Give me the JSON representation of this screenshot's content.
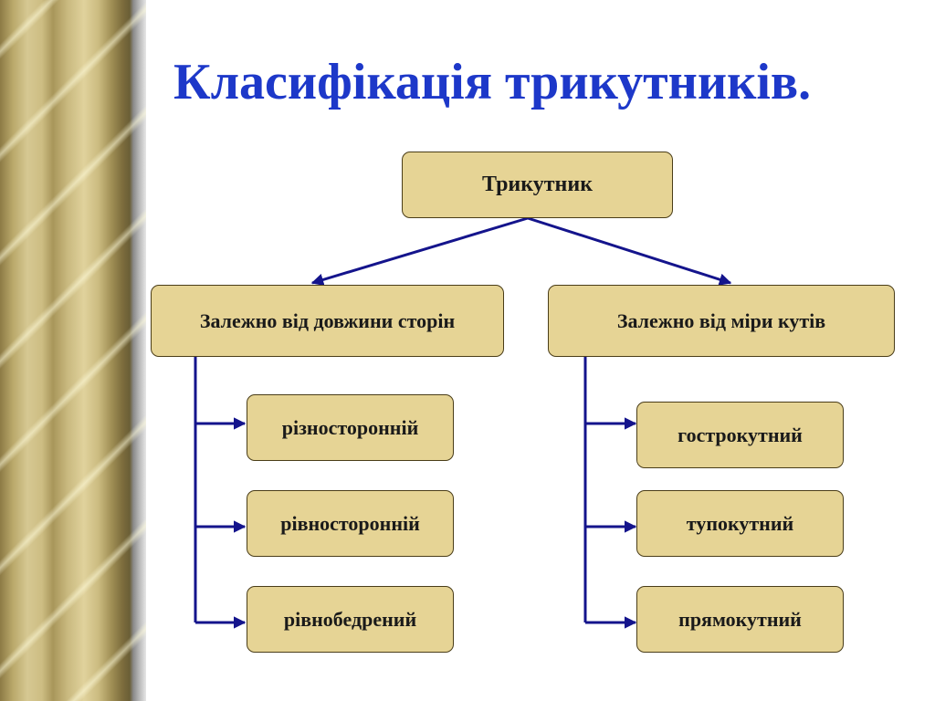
{
  "slide": {
    "title": "Класифікація трикутників."
  },
  "diagram": {
    "root": "Трикутник",
    "categories": [
      {
        "label": "Залежно від довжини сторін",
        "children": [
          "різносторонній",
          "рівносторонній",
          "рівнобедрений"
        ]
      },
      {
        "label": "Залежно від міри кутів",
        "children": [
          "гострокутний",
          "тупокутний",
          "прямокутний"
        ]
      }
    ]
  },
  "colors": {
    "title": "#1d38c9",
    "connector": "#14148c",
    "box_fill": "#e6d495",
    "box_border": "#4a3d18"
  }
}
